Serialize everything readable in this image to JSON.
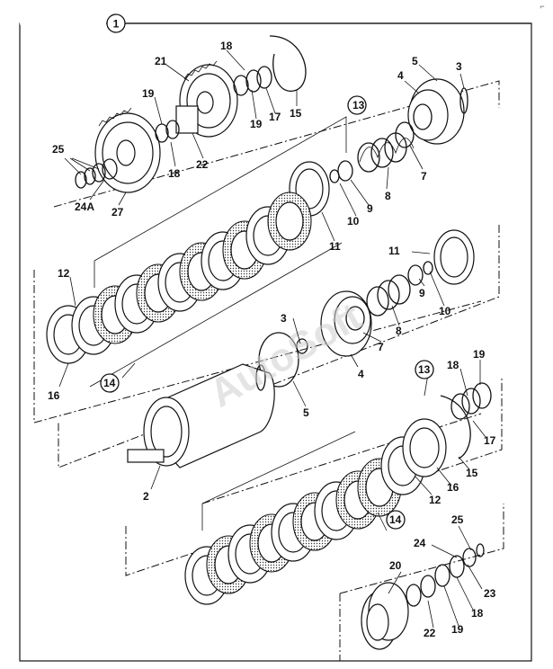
{
  "diagram": {
    "assembly_number": "1",
    "watermark": "AutoSoft",
    "corner_mark": "⌐",
    "labels": [
      {
        "id": "l1",
        "text": "18"
      },
      {
        "id": "l2",
        "text": "21"
      },
      {
        "id": "l3",
        "text": "19"
      },
      {
        "id": "l4",
        "text": "19"
      },
      {
        "id": "l5",
        "text": "17"
      },
      {
        "id": "l6",
        "text": "15"
      },
      {
        "id": "l7",
        "text": "5"
      },
      {
        "id": "l8",
        "text": "3"
      },
      {
        "id": "l9",
        "text": "4"
      },
      {
        "id": "l10",
        "text": "13"
      },
      {
        "id": "l11",
        "text": "25"
      },
      {
        "id": "l12",
        "text": "18"
      },
      {
        "id": "l13",
        "text": "22"
      },
      {
        "id": "l14",
        "text": "7"
      },
      {
        "id": "l15",
        "text": "24A"
      },
      {
        "id": "l16",
        "text": "27"
      },
      {
        "id": "l17",
        "text": "8"
      },
      {
        "id": "l18",
        "text": "9"
      },
      {
        "id": "l19",
        "text": "10"
      },
      {
        "id": "l20",
        "text": "11"
      },
      {
        "id": "l21",
        "text": "11"
      },
      {
        "id": "l22",
        "text": "12"
      },
      {
        "id": "l23",
        "text": "9"
      },
      {
        "id": "l24",
        "text": "10"
      },
      {
        "id": "l25",
        "text": "3"
      },
      {
        "id": "l26",
        "text": "8"
      },
      {
        "id": "l27",
        "text": "7"
      },
      {
        "id": "l28",
        "text": "14"
      },
      {
        "id": "l29",
        "text": "16"
      },
      {
        "id": "l30",
        "text": "4"
      },
      {
        "id": "l31",
        "text": "13"
      },
      {
        "id": "l32",
        "text": "19"
      },
      {
        "id": "l33",
        "text": "18"
      },
      {
        "id": "l34",
        "text": "5"
      },
      {
        "id": "l35",
        "text": "17"
      },
      {
        "id": "l36",
        "text": "15"
      },
      {
        "id": "l37",
        "text": "2"
      },
      {
        "id": "l38",
        "text": "12"
      },
      {
        "id": "l39",
        "text": "16"
      },
      {
        "id": "l40",
        "text": "14"
      },
      {
        "id": "l41",
        "text": "25"
      },
      {
        "id": "l42",
        "text": "24"
      },
      {
        "id": "l43",
        "text": "20"
      },
      {
        "id": "l44",
        "text": "23"
      },
      {
        "id": "l45",
        "text": "18"
      },
      {
        "id": "l46",
        "text": "22"
      },
      {
        "id": "l47",
        "text": "19"
      }
    ]
  }
}
